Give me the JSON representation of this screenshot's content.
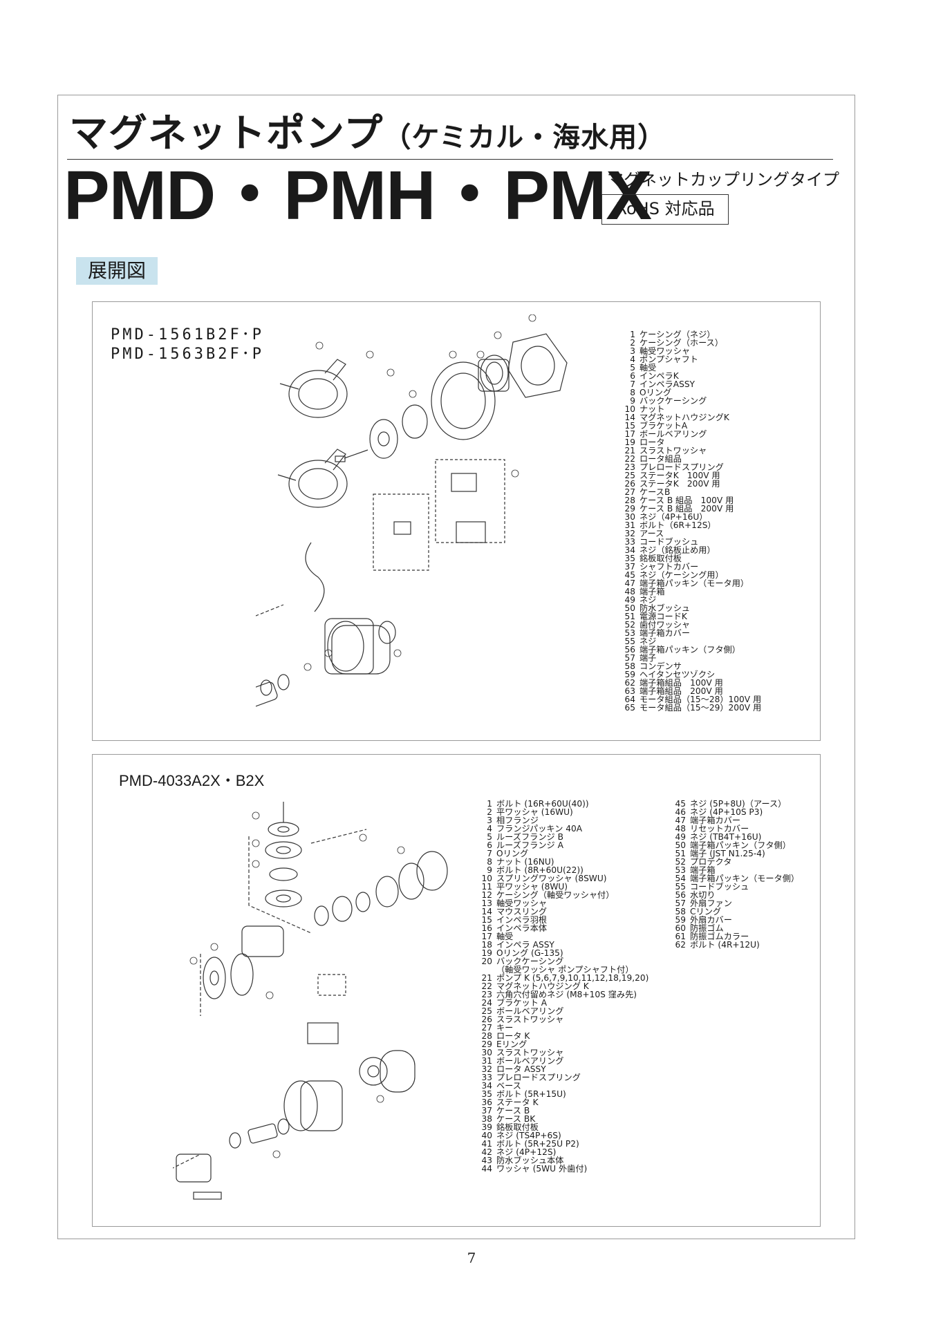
{
  "header": {
    "series_title": "マグネットポンプ",
    "series_subtitle": "（ケミカル・海水用）",
    "model_title": "PMD・PMH・PMX",
    "model_subtitle": "マグネットカップリングタイプ",
    "rohs": "RoHS 対応品"
  },
  "section_label": "展開図",
  "panel1": {
    "models": [
      "PMD-1561B2F･P",
      "PMD-1563B2F･P"
    ],
    "parts": [
      {
        "no": "1",
        "name": "ケーシング（ネジ）"
      },
      {
        "no": "2",
        "name": "ケーシング（ホース）"
      },
      {
        "no": "3",
        "name": "軸受ワッシャ"
      },
      {
        "no": "4",
        "name": "ポンプシャフト"
      },
      {
        "no": "5",
        "name": "軸受"
      },
      {
        "no": "6",
        "name": "インペラK"
      },
      {
        "no": "7",
        "name": "インペラASSY"
      },
      {
        "no": "8",
        "name": "Oリング"
      },
      {
        "no": "9",
        "name": "バックケーシング"
      },
      {
        "no": "10",
        "name": "ナット"
      },
      {
        "no": "14",
        "name": "マグネットハウジングK"
      },
      {
        "no": "15",
        "name": "ブラケットA"
      },
      {
        "no": "17",
        "name": "ボールベアリング"
      },
      {
        "no": "19",
        "name": "ロータ"
      },
      {
        "no": "21",
        "name": "スラストワッシャ"
      },
      {
        "no": "22",
        "name": "ロータ組品"
      },
      {
        "no": "23",
        "name": "プレロードスプリング"
      },
      {
        "no": "25",
        "name": "ステータK　100V 用"
      },
      {
        "no": "26",
        "name": "ステータK　200V 用"
      },
      {
        "no": "27",
        "name": "ケースB"
      },
      {
        "no": "28",
        "name": "ケース B 組品　100V 用"
      },
      {
        "no": "29",
        "name": "ケース B 組品　200V 用"
      },
      {
        "no": "30",
        "name": "ネジ（4P+16U）"
      },
      {
        "no": "31",
        "name": "ボルト（6R+12S）"
      },
      {
        "no": "32",
        "name": "アース"
      },
      {
        "no": "33",
        "name": "コードブッシュ"
      },
      {
        "no": "34",
        "name": "ネジ（銘板止め用）"
      },
      {
        "no": "35",
        "name": "銘板取付板"
      },
      {
        "no": "37",
        "name": "シャフトカバー"
      },
      {
        "no": "45",
        "name": "ネジ（ケーシング用）"
      },
      {
        "no": "47",
        "name": "端子箱パッキン（モータ用）"
      },
      {
        "no": "48",
        "name": "端子箱"
      },
      {
        "no": "49",
        "name": "ネジ"
      },
      {
        "no": "50",
        "name": "防水ブッシュ"
      },
      {
        "no": "51",
        "name": "電源コードK"
      },
      {
        "no": "52",
        "name": "歯付ワッシャ"
      },
      {
        "no": "53",
        "name": "端子箱カバー"
      },
      {
        "no": "55",
        "name": "ネジ"
      },
      {
        "no": "56",
        "name": "端子箱パッキン（フタ側）"
      },
      {
        "no": "57",
        "name": "端子"
      },
      {
        "no": "58",
        "name": "コンデンサ"
      },
      {
        "no": "59",
        "name": "ヘイタンセツゾクシ"
      },
      {
        "no": "62",
        "name": "端子箱組品　100V 用"
      },
      {
        "no": "63",
        "name": "端子箱組品　200V 用"
      },
      {
        "no": "64",
        "name": "モータ組品（15～28）100V 用"
      },
      {
        "no": "65",
        "name": "モータ組品（15～29）200V 用"
      }
    ]
  },
  "panel2": {
    "model": "PMD-4033A2X・B2X",
    "parts_left": [
      {
        "no": "1",
        "name": "ボルト (16R+60U(40))"
      },
      {
        "no": "2",
        "name": "平ワッシャ (16WU)"
      },
      {
        "no": "3",
        "name": "相フランジ"
      },
      {
        "no": "4",
        "name": "フランジパッキン 40A"
      },
      {
        "no": "5",
        "name": "ルーズフランジ B"
      },
      {
        "no": "6",
        "name": "ルーズフランジ A"
      },
      {
        "no": "7",
        "name": "Oリング"
      },
      {
        "no": "8",
        "name": "ナット (16NU)"
      },
      {
        "no": "9",
        "name": "ボルト (8R+60U(22))"
      },
      {
        "no": "10",
        "name": "スプリングワッシャ (8SWU)"
      },
      {
        "no": "11",
        "name": "平ワッシャ (8WU)"
      },
      {
        "no": "12",
        "name": "ケーシング（軸受ワッシャ付）"
      },
      {
        "no": "13",
        "name": "軸受ワッシャ"
      },
      {
        "no": "14",
        "name": "マウスリング"
      },
      {
        "no": "15",
        "name": "インペラ羽根"
      },
      {
        "no": "16",
        "name": "インペラ本体"
      },
      {
        "no": "17",
        "name": "軸受"
      },
      {
        "no": "18",
        "name": "インペラ ASSY"
      },
      {
        "no": "19",
        "name": "Oリング (G-135)"
      },
      {
        "no": "20",
        "name": "バックケーシング"
      },
      {
        "no": "",
        "name": "（軸受ワッシャ ポンプシャフト付）"
      },
      {
        "no": "21",
        "name": "ポンプ K (5,6,7,9,10,11,12,18,19,20)"
      },
      {
        "no": "22",
        "name": "マグネットハウジング K"
      },
      {
        "no": "23",
        "name": "六角穴付留めネジ (M8+10S 窪み先)"
      },
      {
        "no": "24",
        "name": "ブラケット A"
      },
      {
        "no": "25",
        "name": "ボールベアリング"
      },
      {
        "no": "26",
        "name": "スラストワッシャ"
      },
      {
        "no": "27",
        "name": "キー"
      },
      {
        "no": "28",
        "name": "ロータ K"
      },
      {
        "no": "29",
        "name": "Eリング"
      },
      {
        "no": "30",
        "name": "スラストワッシャ"
      },
      {
        "no": "31",
        "name": "ボールベアリング"
      },
      {
        "no": "32",
        "name": "ロータ ASSY"
      },
      {
        "no": "33",
        "name": "プレロードスプリング"
      },
      {
        "no": "34",
        "name": "ベース"
      },
      {
        "no": "35",
        "name": "ボルト (5R+15U)"
      },
      {
        "no": "36",
        "name": "ステータ K"
      },
      {
        "no": "37",
        "name": "ケース B"
      },
      {
        "no": "38",
        "name": "ケース BK"
      },
      {
        "no": "39",
        "name": "銘板取付板"
      },
      {
        "no": "40",
        "name": "ネジ (TS4P+6S)"
      },
      {
        "no": "41",
        "name": "ボルト (5R+25U P2)"
      },
      {
        "no": "42",
        "name": "ネジ (4P+12S)"
      },
      {
        "no": "43",
        "name": "防水ブッシュ本体"
      },
      {
        "no": "44",
        "name": "ワッシャ (5WU 外歯付)"
      }
    ],
    "parts_right": [
      {
        "no": "45",
        "name": "ネジ (5P+8U)（アース）"
      },
      {
        "no": "46",
        "name": "ネジ (4P+10S P3)"
      },
      {
        "no": "47",
        "name": "端子箱カバー"
      },
      {
        "no": "48",
        "name": "リセットカバー"
      },
      {
        "no": "49",
        "name": "ネジ (TB4T+16U)"
      },
      {
        "no": "50",
        "name": "端子箱パッキン（フタ側）"
      },
      {
        "no": "51",
        "name": "端子 (JST N1.25-4)"
      },
      {
        "no": "52",
        "name": "プロテクタ"
      },
      {
        "no": "53",
        "name": "端子箱"
      },
      {
        "no": "54",
        "name": "端子箱パッキン（モータ側）"
      },
      {
        "no": "55",
        "name": "コードブッシュ"
      },
      {
        "no": "56",
        "name": "水切り"
      },
      {
        "no": "57",
        "name": "外扇ファン"
      },
      {
        "no": "58",
        "name": "Cリング"
      },
      {
        "no": "59",
        "name": "外扇カバー"
      },
      {
        "no": "60",
        "name": "防振ゴム"
      },
      {
        "no": "61",
        "name": "防振ゴムカラー"
      },
      {
        "no": "62",
        "name": "ボルト (4R+12U)"
      }
    ]
  },
  "page_number": "7"
}
